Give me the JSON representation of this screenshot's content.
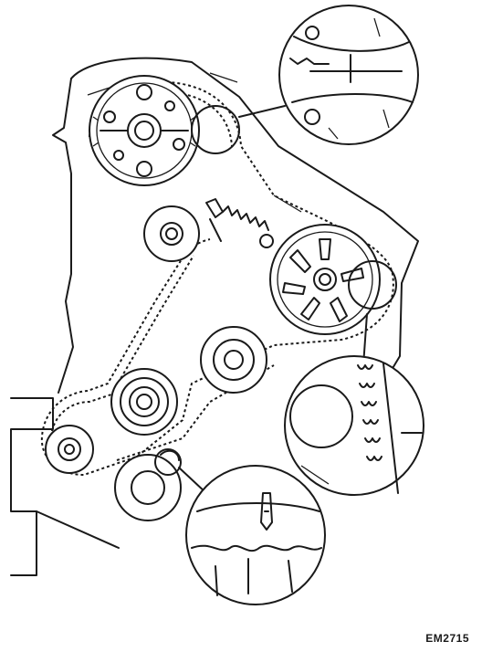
{
  "figure": {
    "code": "EM2715",
    "colors": {
      "line": "#1a1a1a",
      "background": "#ffffff"
    },
    "parts": [
      "camshaft-sprocket",
      "belt-tensioner-pulley",
      "tensioner-spring",
      "injection-pump-sprocket",
      "idler-pulley",
      "water-pump-pulley",
      "crankshaft-sprocket",
      "crankshaft-pulley",
      "timing-belt",
      "detail-camshaft-mark",
      "detail-pump-mark",
      "detail-crank-mark"
    ]
  }
}
